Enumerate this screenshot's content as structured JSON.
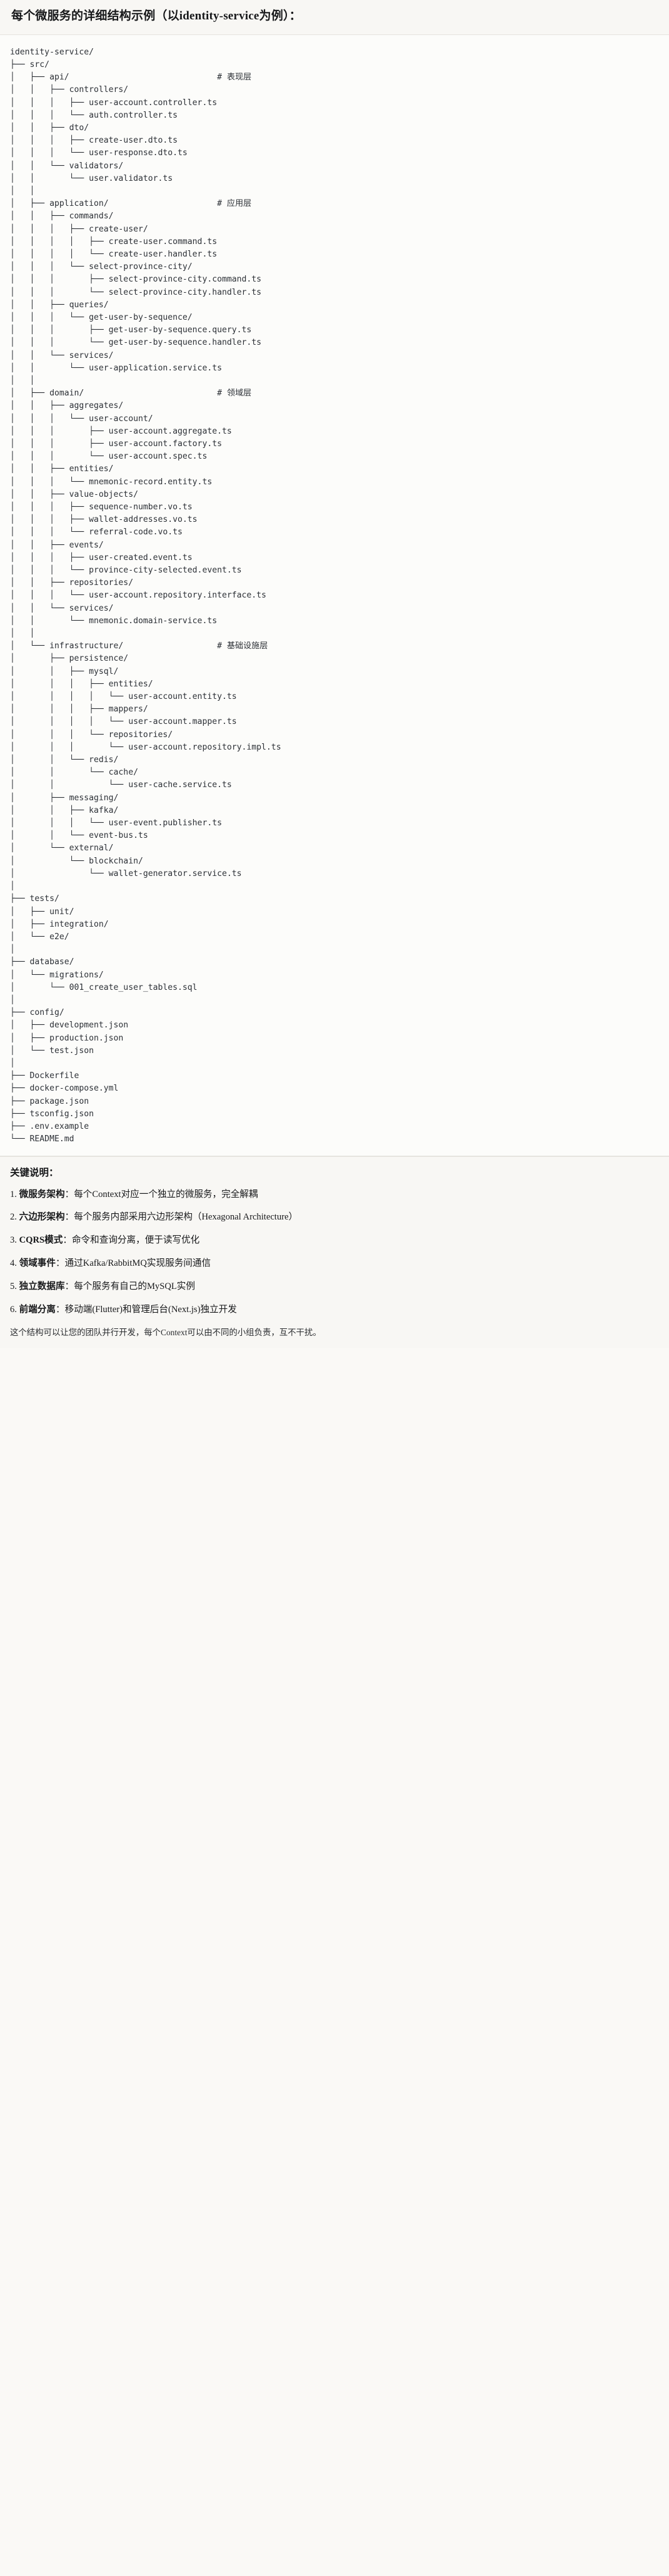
{
  "title": "每个微服务的详细结构示例（以identity-service为例）：",
  "tree": {
    "text": "identity-service/\n├── src/\n│   ├── api/                              # 表现层\n│   │   ├── controllers/\n│   │   │   ├── user-account.controller.ts\n│   │   │   └── auth.controller.ts\n│   │   ├── dto/\n│   │   │   ├── create-user.dto.ts\n│   │   │   └── user-response.dto.ts\n│   │   └── validators/\n│   │       └── user.validator.ts\n│   │\n│   ├── application/                      # 应用层\n│   │   ├── commands/\n│   │   │   ├── create-user/\n│   │   │   │   ├── create-user.command.ts\n│   │   │   │   └── create-user.handler.ts\n│   │   │   └── select-province-city/\n│   │   │       ├── select-province-city.command.ts\n│   │   │       └── select-province-city.handler.ts\n│   │   ├── queries/\n│   │   │   └── get-user-by-sequence/\n│   │   │       ├── get-user-by-sequence.query.ts\n│   │   │       └── get-user-by-sequence.handler.ts\n│   │   └── services/\n│   │       └── user-application.service.ts\n│   │\n│   ├── domain/                           # 领域层\n│   │   ├── aggregates/\n│   │   │   └── user-account/\n│   │   │       ├── user-account.aggregate.ts\n│   │   │       ├── user-account.factory.ts\n│   │   │       └── user-account.spec.ts\n│   │   ├── entities/\n│   │   │   └── mnemonic-record.entity.ts\n│   │   ├── value-objects/\n│   │   │   ├── sequence-number.vo.ts\n│   │   │   ├── wallet-addresses.vo.ts\n│   │   │   └── referral-code.vo.ts\n│   │   ├── events/\n│   │   │   ├── user-created.event.ts\n│   │   │   └── province-city-selected.event.ts\n│   │   ├── repositories/\n│   │   │   └── user-account.repository.interface.ts\n│   │   └── services/\n│   │       └── mnemonic.domain-service.ts\n│   │\n│   └── infrastructure/                   # 基础设施层\n│       ├── persistence/\n│       │   ├── mysql/\n│       │   │   ├── entities/\n│       │   │   │   └── user-account.entity.ts\n│       │   │   ├── mappers/\n│       │   │   │   └── user-account.mapper.ts\n│       │   │   └── repositories/\n│       │   │       └── user-account.repository.impl.ts\n│       │   └── redis/\n│       │       └── cache/\n│       │           └── user-cache.service.ts\n│       ├── messaging/\n│       │   ├── kafka/\n│       │   │   └── user-event.publisher.ts\n│       │   └── event-bus.ts\n│       └── external/\n│           └── blockchain/\n│               └── wallet-generator.service.ts\n│\n├── tests/\n│   ├── unit/\n│   ├── integration/\n│   └── e2e/\n│\n├── database/\n│   └── migrations/\n│       └── 001_create_user_tables.sql\n│\n├── config/\n│   ├── development.json\n│   ├── production.json\n│   └── test.json\n│\n├── Dockerfile\n├── docker-compose.yml\n├── package.json\n├── tsconfig.json\n├── .env.example\n└── README.md"
  },
  "notes": {
    "heading": "关键说明：",
    "items": [
      {
        "num": "1.",
        "lead": "微服务架构",
        "body": "：每个Context对应一个独立的微服务，完全解耦"
      },
      {
        "num": "2.",
        "lead": "六边形架构",
        "body": "：每个服务内部采用六边形架构（Hexagonal Architecture）"
      },
      {
        "num": "3.",
        "lead": "CQRS模式",
        "body": "：命令和查询分离，便于读写优化"
      },
      {
        "num": "4.",
        "lead": "领域事件",
        "body": "：通过Kafka/RabbitMQ实现服务间通信"
      },
      {
        "num": "5.",
        "lead": "独立数据库",
        "body": "：每个服务有自己的MySQL实例"
      },
      {
        "num": "6.",
        "lead": "前端分离",
        "body": "：移动端(Flutter)和管理后台(Next.js)独立开发"
      }
    ],
    "footer": "这个结构可以让您的团队并行开发，每个Context可以由不同的小组负责，互不干扰。"
  },
  "colors": {
    "page_bg": "#faf9f6",
    "title_bg": "#f8f7f4",
    "code_bg": "#fcfcfa",
    "text": "#17181a",
    "code_text": "#2c3036",
    "divider": "#e6e4df"
  }
}
